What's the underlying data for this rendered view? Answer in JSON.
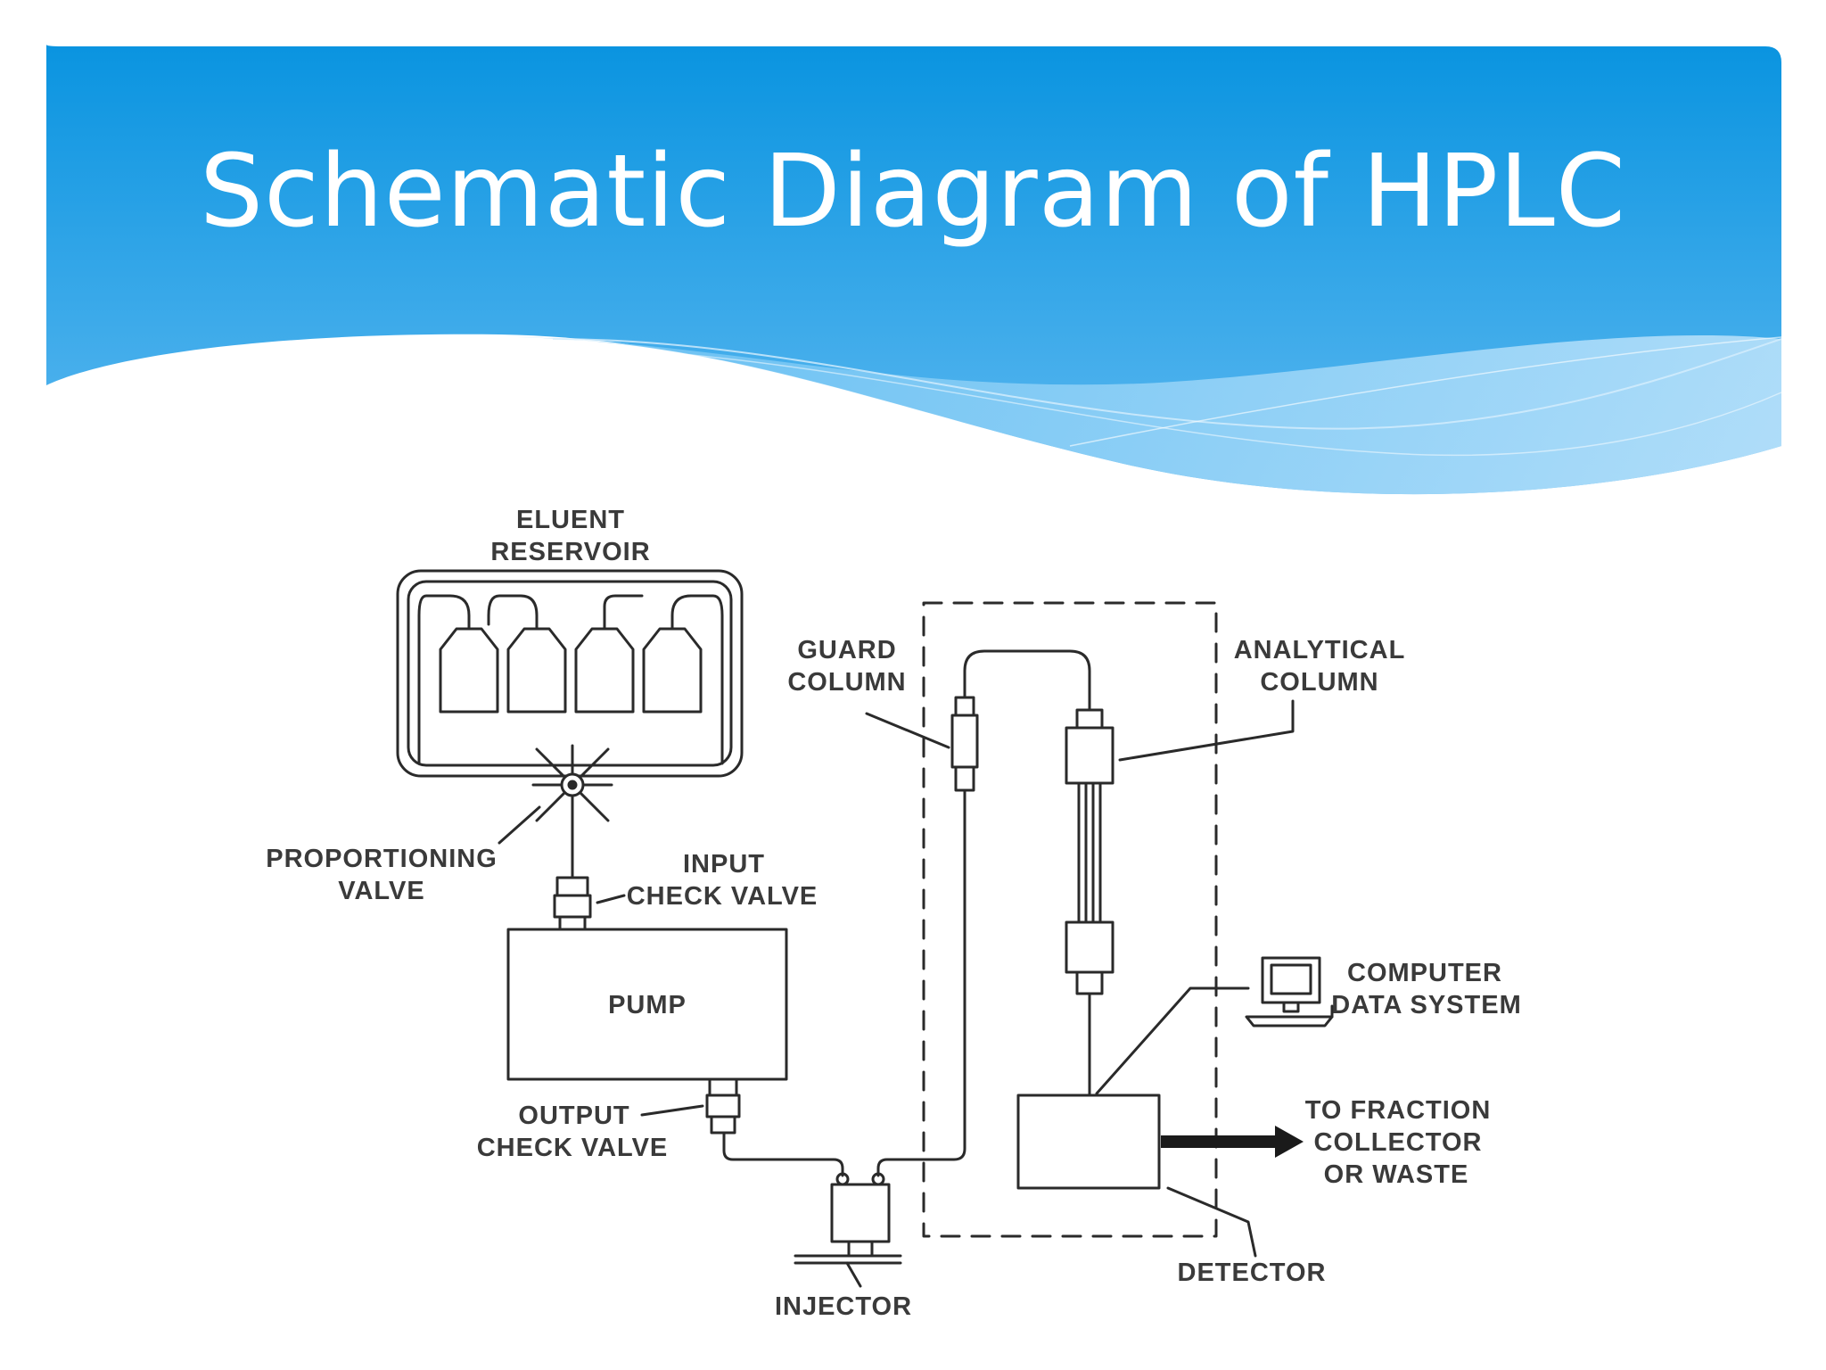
{
  "slide": {
    "title": "Schematic Diagram of HPLC"
  },
  "diagram": {
    "labels": {
      "eluent": "ELUENT",
      "reservoir": "RESERVOIR",
      "guard": "GUARD",
      "guard_column": "COLUMN",
      "analytical": "ANALYTICAL",
      "analytical_column": "COLUMN",
      "proportioning": "PROPORTIONING",
      "proportioning_valve": "VALVE",
      "input": "INPUT",
      "input_check_valve": "CHECK VALVE",
      "pump": "PUMP",
      "output": "OUTPUT",
      "output_check_valve": "CHECK VALVE",
      "computer": "COMPUTER",
      "data_system": "DATA SYSTEM",
      "to_fraction": "TO FRACTION",
      "collector": "COLLECTOR",
      "or_waste": "OR WASTE",
      "detector": "DETECTOR",
      "injector": "INJECTOR"
    }
  },
  "colors": {
    "header_top": "#0a94e0",
    "header_bottom": "#5cb8f0",
    "wave_light": "#a8d8f8",
    "title_text": "#ffffff",
    "line": "#2a2a2a"
  }
}
